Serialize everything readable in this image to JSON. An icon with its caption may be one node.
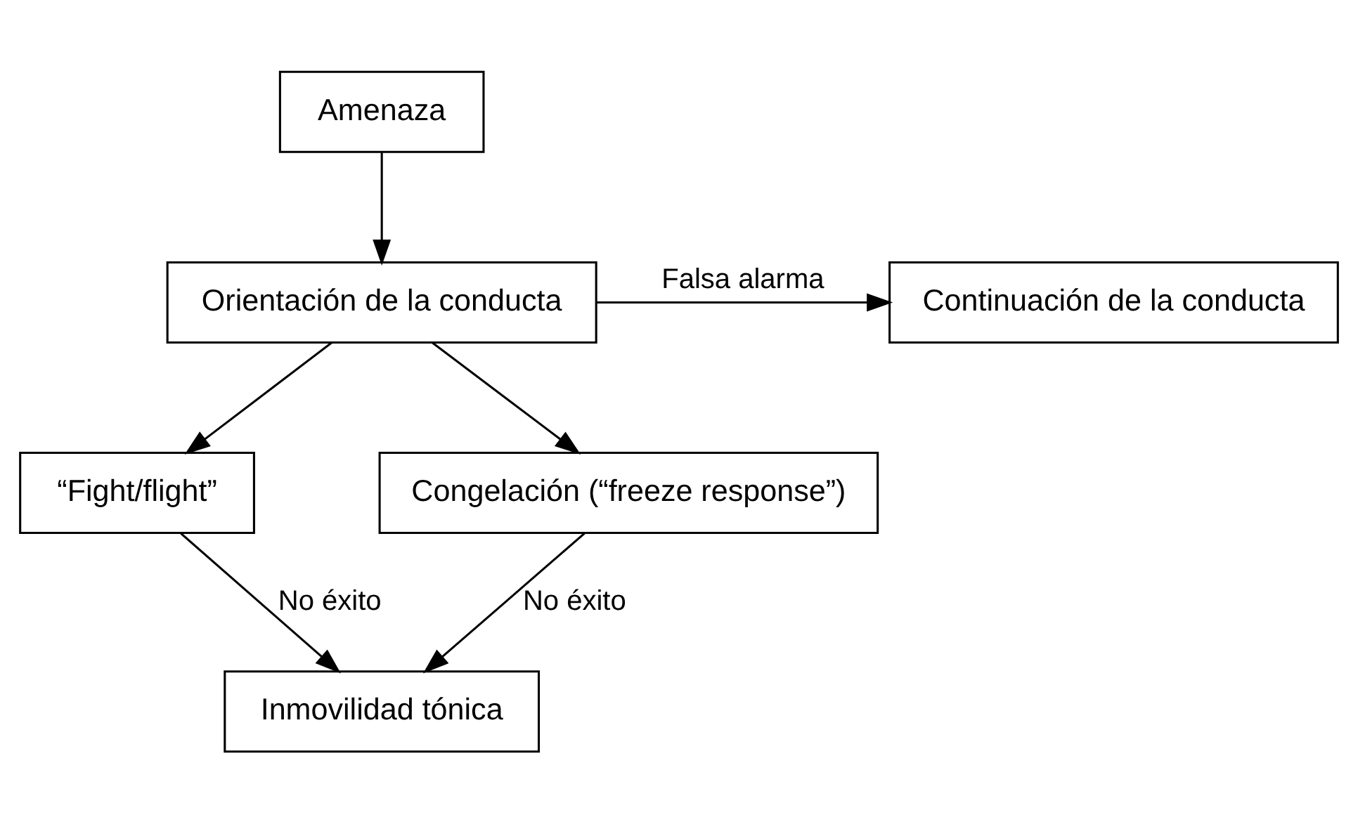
{
  "diagram": {
    "nodes": [
      {
        "text": [
          "Amenaza"
        ]
      },
      {
        "text": [
          "Orientación de la conducta"
        ]
      },
      {
        "text": [
          "Continuación de la conducta"
        ]
      },
      {
        "text": [
          "“Fight/flight”"
        ]
      },
      {
        "text": [
          "Congelación (“freeze response”)"
        ]
      },
      {
        "text": [
          "Inmovilidad tónica"
        ]
      }
    ],
    "edges": [
      {
        "from": 0,
        "to": 1,
        "arrow": "to"
      },
      {
        "from": 1,
        "to": 2,
        "arrow": "to",
        "label": "Falsa alarma"
      },
      {
        "from": 1,
        "to": 3,
        "arrow": "to"
      },
      {
        "from": 1,
        "to": 4,
        "arrow": "to"
      },
      {
        "from": 3,
        "to": 5,
        "arrow": "to",
        "label": "No éxito"
      },
      {
        "from": 4,
        "to": 5,
        "arrow": "to",
        "label": "No éxito"
      }
    ]
  }
}
